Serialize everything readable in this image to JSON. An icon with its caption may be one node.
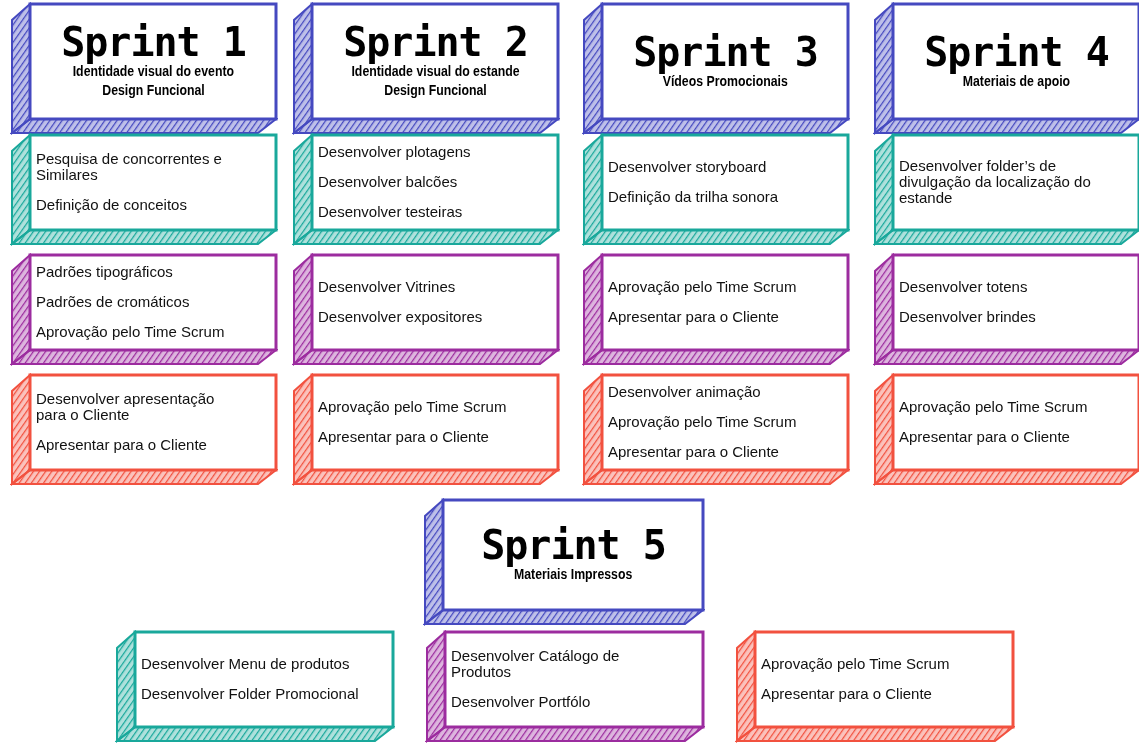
{
  "diagram": {
    "nodes": [
      {
        "text": [
          "Sprint 1",
          "Identidade visual do evento",
          "Design Funcional"
        ]
      },
      {
        "text": [
          "Sprint 2",
          "Identidade visual do estande",
          "Design Funcional"
        ]
      },
      {
        "text": [
          "Sprint 3",
          "Vídeos Promocionais"
        ]
      },
      {
        "text": [
          "Sprint 4",
          "Materiais de apoio"
        ]
      },
      {
        "text": [
          "Pesquisa de concorrentes e Similares",
          "Definição de conceitos"
        ]
      },
      {
        "text": [
          "Desenvolver plotagens",
          "Desenvolver balcões",
          "Desenvolver testeiras"
        ]
      },
      {
        "text": [
          "Desenvolver storyboard",
          "Definição da trilha sonora"
        ]
      },
      {
        "text": [
          "Desenvolver folder’s de divulgação da localização do estande"
        ]
      },
      {
        "text": [
          "Padrões tipográficos",
          "Padrões de cromáticos",
          "Aprovação pelo Time Scrum"
        ]
      },
      {
        "text": [
          "Desenvolver Vitrines",
          "Desenvolver expositores"
        ]
      },
      {
        "text": [
          "Aprovação pelo Time Scrum",
          "Apresentar para o Cliente"
        ]
      },
      {
        "text": [
          "Desenvolver totens",
          "Desenvolver brindes"
        ]
      },
      {
        "text": [
          "Desenvolver apresentação para o Cliente",
          "Apresentar para o Cliente"
        ]
      },
      {
        "text": [
          "Aprovação pelo Time Scrum",
          "Apresentar para o Cliente"
        ]
      },
      {
        "text": [
          "Desenvolver animação",
          "Aprovação pelo Time Scrum",
          "Apresentar para o Cliente"
        ]
      },
      {
        "text": [
          "Aprovação pelo Time Scrum",
          "Apresentar para o Cliente"
        ]
      },
      {
        "text": [
          "Sprint 5",
          "Materiais Impressos"
        ]
      },
      {
        "text": [
          "Desenvolver Menu de produtos",
          "Desenvolver Folder Promocional"
        ]
      },
      {
        "text": [
          "Desenvolver Catálogo de Produtos",
          "Desenvolver Portfólo"
        ]
      },
      {
        "text": [
          "Aprovação pelo Time Scrum",
          "Apresentar para o Cliente"
        ]
      }
    ]
  }
}
